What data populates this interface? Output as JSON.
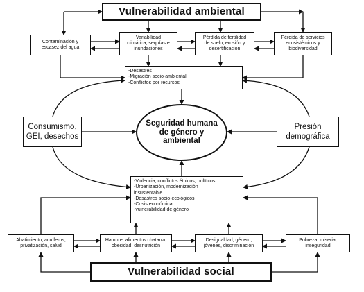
{
  "title_top": "Vulnerabilidad ambiental",
  "title_bottom": "Vulnerabilidad social",
  "top_row": [
    "Contaminación y\nescasez del agua",
    "Variabilidad\nclimática, sequías e\ninundaciones",
    "Pérdida de fertilidad\nde suelo, erosión y\ndesertificación",
    "Pérdida de servicios\necosistémicos y\nbiodiversidad"
  ],
  "upper_list": [
    "-Desastres",
    "-Migración socio-ambiental",
    "-Conflictos por recursos"
  ],
  "left_box": "Consumismo,\nGEI, desechos",
  "right_box": "Presión\ndemográfica",
  "center": "Seguridad humana\nde género y\nambiental",
  "lower_list": [
    "-Violencia, conflictos étnicos, políticos",
    "-Urbanización, modernización",
    "insustentable",
    "-Desastres socio-ecológicos",
    "-Crisis económica",
    "-vulnerabilidad de género"
  ],
  "bottom_row": [
    "Abatimiento, acuíferos,\nprivatización, salud",
    "Hambre, alimentos chatarra,\nobesidad, desnutrición",
    "Desigualdad, género,\njóvenes, discriminación",
    "Pobreza, miseria,\ninseguridad"
  ]
}
